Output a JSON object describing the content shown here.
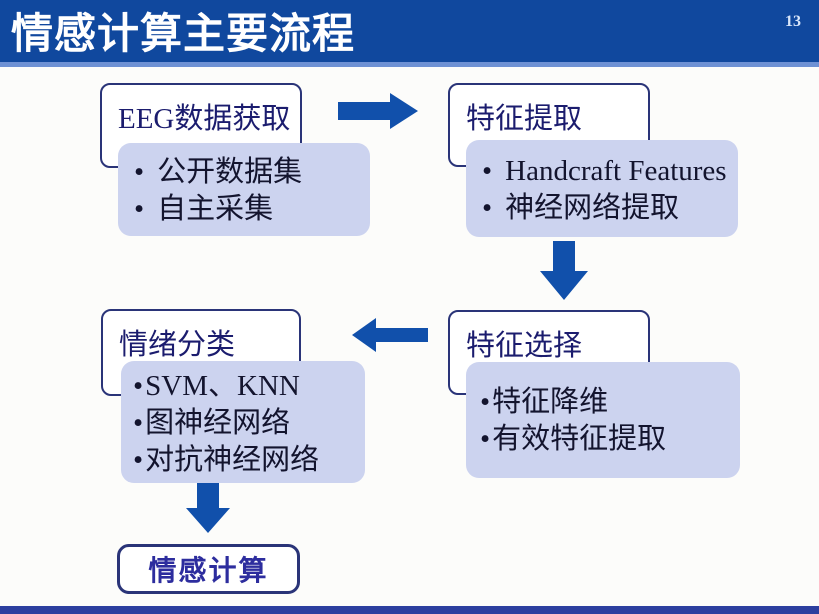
{
  "slide": {
    "title": "情感计算主要流程",
    "page_number": "13"
  },
  "colors": {
    "header_bg": "#10489e",
    "header_strip": "#6e91d4",
    "header_text": "#ffffff",
    "page_number_text": "#d9e6fa",
    "body_bg": "#fcfcfa",
    "node_border": "#2a3478",
    "node_title_text": "#1b1c6e",
    "detail_bg": "#ccd3ef",
    "detail_text": "#13142e",
    "arrow": "#1150ab",
    "terminal_text": "#2d2d9e",
    "bottom_bar": "#2c3f9f"
  },
  "flow": {
    "nodes": [
      {
        "id": "eeg-acquisition",
        "title": "EEG数据获取",
        "bullets": [
          "公开数据集",
          "自主采集"
        ]
      },
      {
        "id": "feature-extraction",
        "title": "特征提取",
        "bullets": [
          "Handcraft Features",
          "神经网络提取"
        ]
      },
      {
        "id": "feature-selection",
        "title": "特征选择",
        "bullets": [
          "特征降维",
          "有效特征提取"
        ]
      },
      {
        "id": "emotion-classification",
        "title": "情绪分类",
        "bullets": [
          "SVM、KNN",
          "图神经网络",
          "对抗神经网络"
        ]
      },
      {
        "id": "affective-computing",
        "title": "情感计算",
        "bullets": []
      }
    ],
    "arrows": [
      {
        "name": "eeg-to-feature-extraction",
        "direction": "right"
      },
      {
        "name": "feature-extraction-to-feature-selection",
        "direction": "down"
      },
      {
        "name": "feature-selection-to-emotion-classification",
        "direction": "left"
      },
      {
        "name": "emotion-classification-to-affective-computing",
        "direction": "down"
      }
    ]
  }
}
